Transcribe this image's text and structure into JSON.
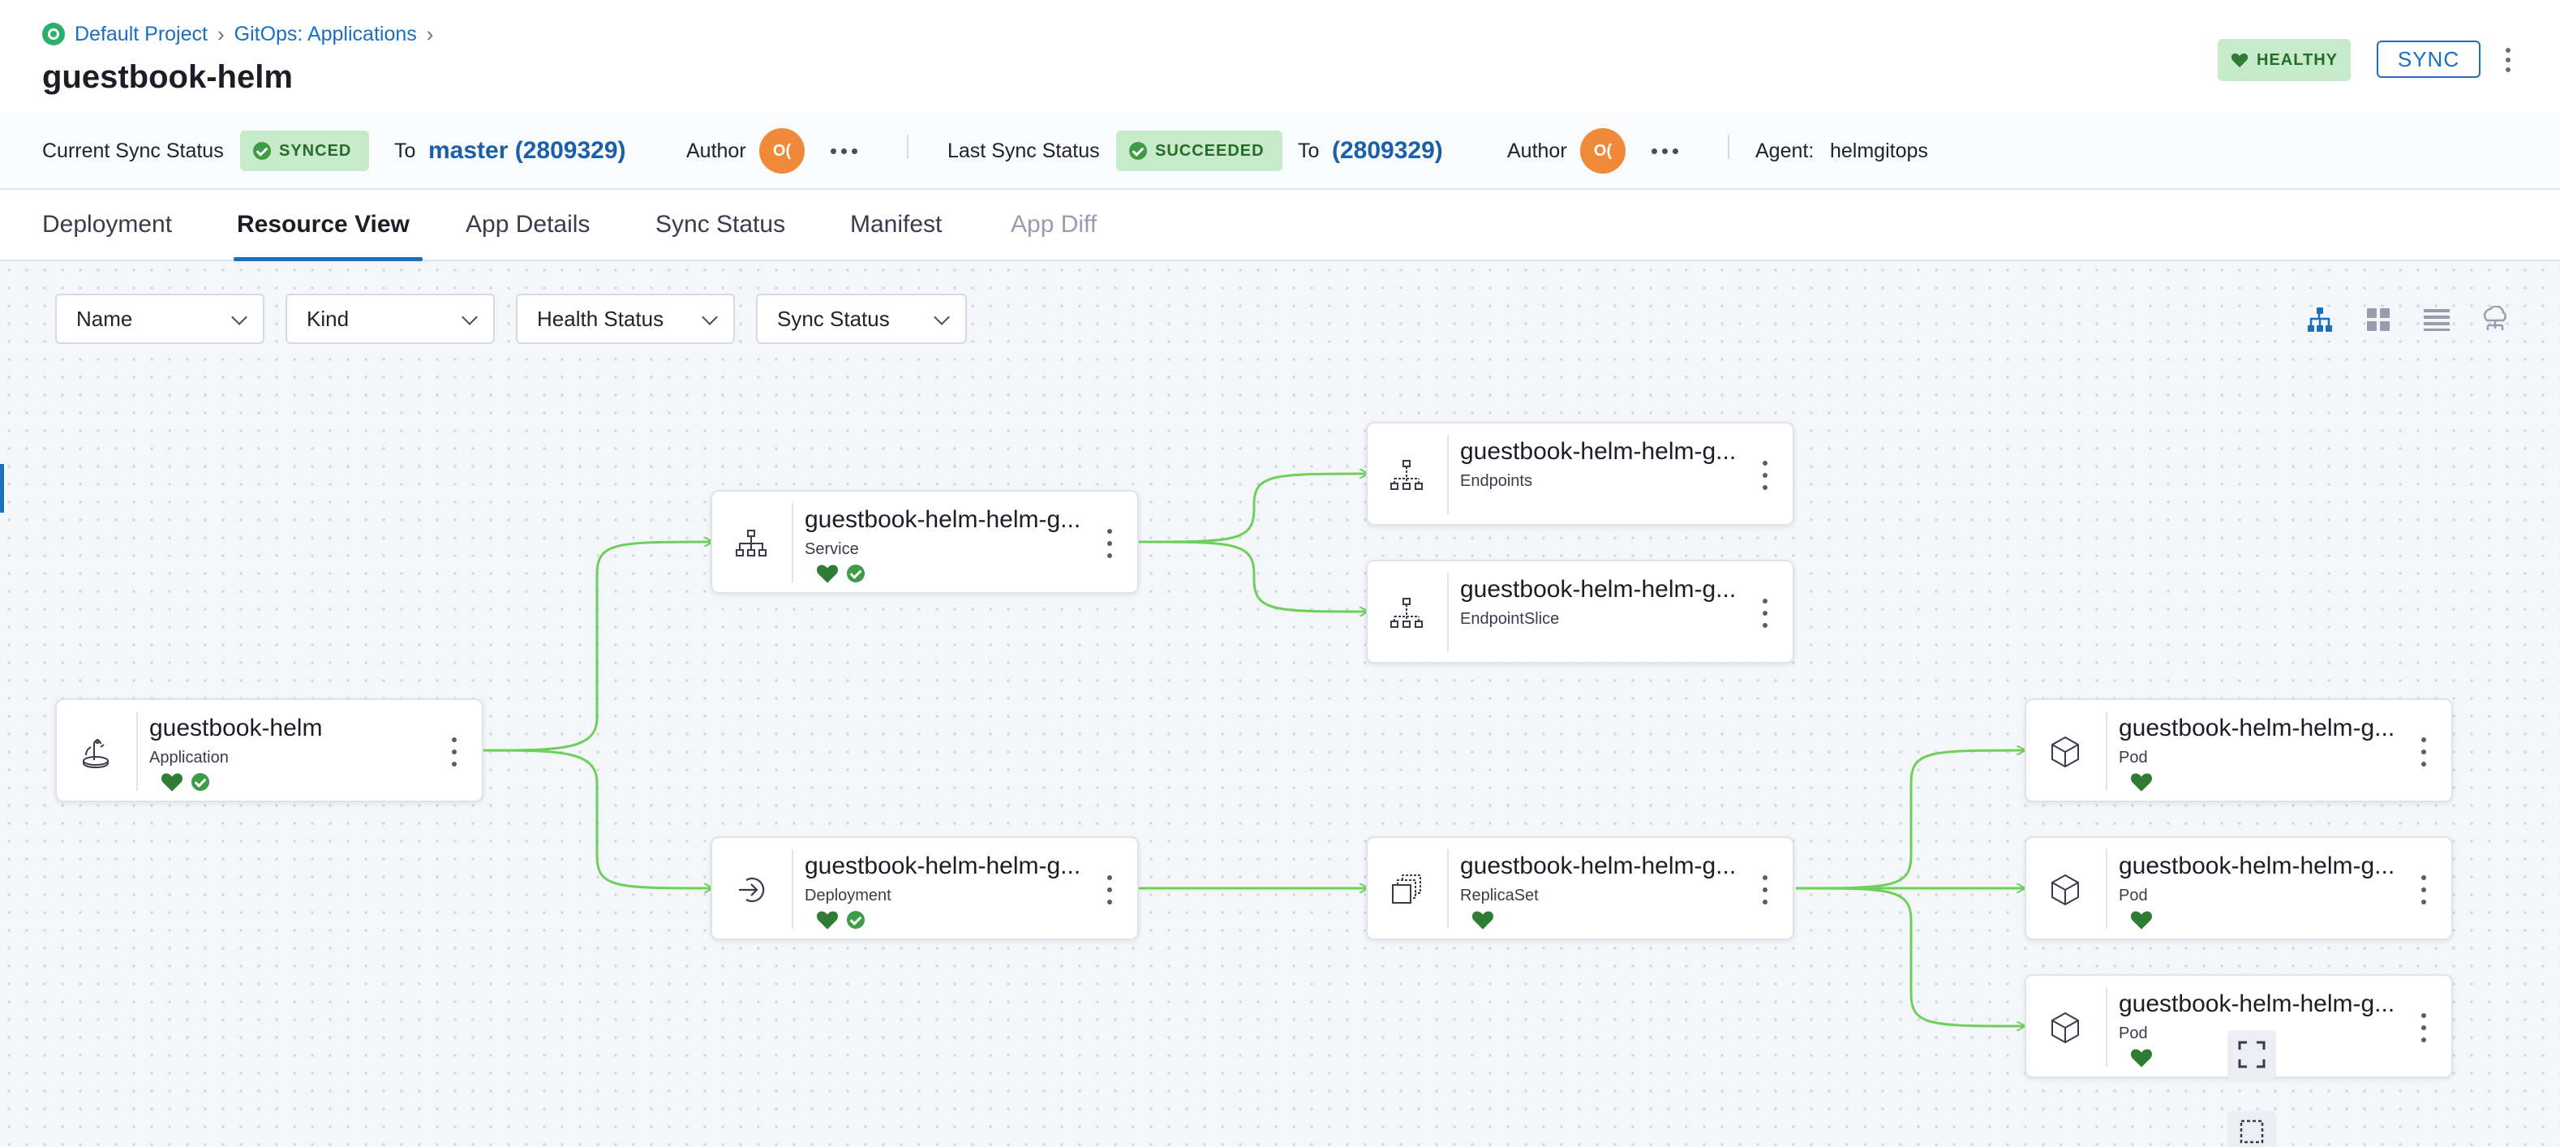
{
  "breadcrumb": {
    "project": "Default Project",
    "section": "GitOps: Applications"
  },
  "title": "guestbook-helm",
  "health": "HEALTHY",
  "sync_button": "SYNC",
  "status_bar": {
    "current_label": "Current Sync Status",
    "current_status": "SYNCED",
    "to_label": "To",
    "current_commit": "master (2809329)",
    "author_label": "Author",
    "avatar_initials": "O(",
    "last_label": "Last Sync Status",
    "last_status": "SUCCEEDED",
    "last_commit": "(2809329)",
    "agent_label": "Agent:",
    "agent_value": "helmgitops"
  },
  "tabs": [
    {
      "label": "Deployment"
    },
    {
      "label": "Resource View"
    },
    {
      "label": "App Details"
    },
    {
      "label": "Sync Status"
    },
    {
      "label": "Manifest"
    },
    {
      "label": "App Diff"
    }
  ],
  "filters": [
    {
      "label": "Name"
    },
    {
      "label": "Kind"
    },
    {
      "label": "Health Status"
    },
    {
      "label": "Sync Status"
    }
  ],
  "nodes": [
    {
      "name": "guestbook-helm",
      "kind": "Application",
      "icon": "application-icon",
      "healthy": true,
      "synced": true
    },
    {
      "name": "guestbook-helm-helm-g...",
      "kind": "Service",
      "icon": "service-icon",
      "healthy": true,
      "synced": true
    },
    {
      "name": "guestbook-helm-helm-g...",
      "kind": "Deployment",
      "icon": "deployment-icon",
      "healthy": true,
      "synced": true
    },
    {
      "name": "guestbook-helm-helm-g...",
      "kind": "Endpoints",
      "icon": "endpoints-icon",
      "healthy": false,
      "synced": false
    },
    {
      "name": "guestbook-helm-helm-g...",
      "kind": "EndpointSlice",
      "icon": "endpoints-icon",
      "healthy": false,
      "synced": false
    },
    {
      "name": "guestbook-helm-helm-g...",
      "kind": "ReplicaSet",
      "icon": "replicaset-icon",
      "healthy": true,
      "synced": false
    },
    {
      "name": "guestbook-helm-helm-g...",
      "kind": "Pod",
      "icon": "pod-icon",
      "healthy": true,
      "synced": false
    },
    {
      "name": "guestbook-helm-helm-g...",
      "kind": "Pod",
      "icon": "pod-icon",
      "healthy": true,
      "synced": false
    },
    {
      "name": "guestbook-helm-helm-g...",
      "kind": "Pod",
      "icon": "pod-icon",
      "healthy": true,
      "synced": false
    }
  ],
  "colors": {
    "accent": "#1b6fbf",
    "healthy_green": "#3e9b46",
    "edge_green": "#6fcf5c",
    "badge_bg": "#c7ebc9",
    "avatar": "#f08a3a"
  }
}
